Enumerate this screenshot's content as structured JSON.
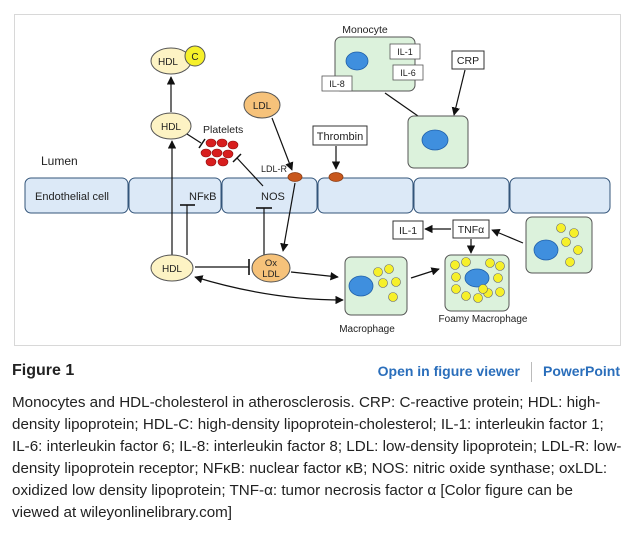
{
  "diagram": {
    "lumen_label": "Lumen",
    "endothelial_label": "Endothelial cell",
    "monocyte_label": "Monocyte",
    "monocyte_cytokines": [
      "IL-1",
      "IL-6",
      "IL-8"
    ],
    "crp_label": "CRP",
    "thrombin_label": "Thrombin",
    "hdl_label": "HDL",
    "hdl_c_label": "C",
    "platelets_label": "Platelets",
    "ldl_label": "LDL",
    "ldlr_label": "LDL-R",
    "nfkb_label": "NFκB",
    "nos_label": "NOS",
    "ox_label": "Ox",
    "oxldl_label": "LDL",
    "il1_label": "IL-1",
    "tnfa_label": "TNFα",
    "macrophage_label": "Macrophage",
    "foamy_label": "Foamy Macrophage"
  },
  "figure": {
    "title": "Figure 1",
    "links": {
      "viewer": "Open in figure viewer",
      "powerpoint": "PowerPoint"
    },
    "caption": "Monocytes and HDL‐cholesterol in atherosclerosis. CRP: C‐reactive protein; HDL: high‐density lipoprotein; HDL‐C: high‐density lipoprotein‐cholesterol; IL‐1: interleukin factor 1; IL‐6: interleukin factor 6; IL‐8: interleukin factor 8; LDL: low‐density lipoprotein; LDL‐R: low‐density lipoprotein receptor; NFκB: nuclear factor κB; NOS: nitric oxide synthase; oxLDL: oxidized low density lipoprotein; TNF‐α: tumor necrosis factor α [Color figure can be viewed at wileyonlinelibrary.com]"
  },
  "colors": {
    "endothelium_fill": "#dce9f7",
    "cell_fill": "#dcf2dc",
    "nucleus": "#3f8fde",
    "hdl_fill": "#fdf3c4",
    "ldl_fill": "#f6c27a",
    "receptor": "#c8581d",
    "platelet": "#d81e1e",
    "lipid": "#f6f02a",
    "link": "#2a6ebb"
  }
}
